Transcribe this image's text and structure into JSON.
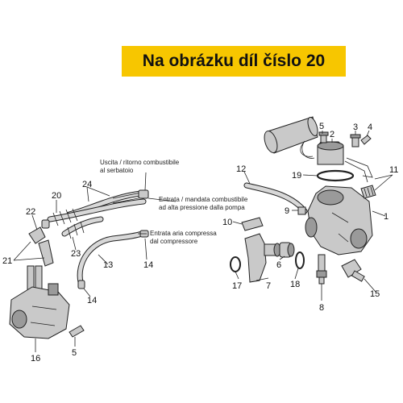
{
  "banner": {
    "text": "Na obrázku díl číslo 20"
  },
  "notes": {
    "uscita_1": "Uscita / ritorno combustibile",
    "uscita_2": "al serbatoio",
    "entrata_mandata_1": "Entrata / mandata combustibile",
    "entrata_mandata_2": "ad  alta pressione dalla pompa",
    "entrata_aria_1": "Entrata aria compressa",
    "entrata_aria_2": "dal compressore"
  },
  "callouts": {
    "c1": "1",
    "c2": "2",
    "c3": "3",
    "c4": "4",
    "c5a": "5",
    "c5b": "5",
    "c6": "6",
    "c7": "7",
    "c8": "8",
    "c9": "9",
    "c10": "10",
    "c11": "11",
    "c12": "12",
    "c13": "13",
    "c14a": "14",
    "c14b": "14",
    "c15": "15",
    "c16": "16",
    "c17": "17",
    "c18": "18",
    "c19": "19",
    "c20": "20",
    "c21": "21",
    "c22": "22",
    "c23": "23",
    "c24": "24"
  },
  "colors": {
    "banner_bg": "#f7c600",
    "line": "#222222",
    "part_fill": "#c9c9c9"
  }
}
